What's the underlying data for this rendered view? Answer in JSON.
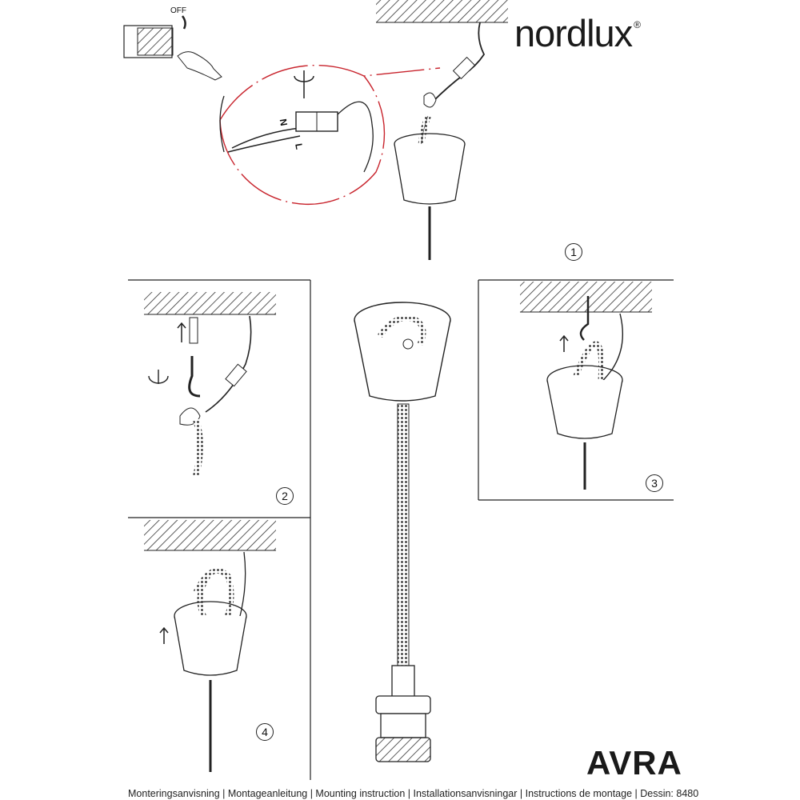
{
  "brand": {
    "logo": "nordlux",
    "registered": "®"
  },
  "product": {
    "name": "AVRA"
  },
  "footer": {
    "text": "Monteringsanvisning | Montageanleitung | Mounting instruction | Installationsanvisningar | Instructions de montage | Dessin: 8480"
  },
  "diagram": {
    "switch_label": "OFF",
    "neutral_label": "N",
    "live_label": "L",
    "steps": [
      "1",
      "2",
      "3",
      "4"
    ]
  },
  "colors": {
    "detail_circle": "#c8232c",
    "line": "#222222"
  }
}
